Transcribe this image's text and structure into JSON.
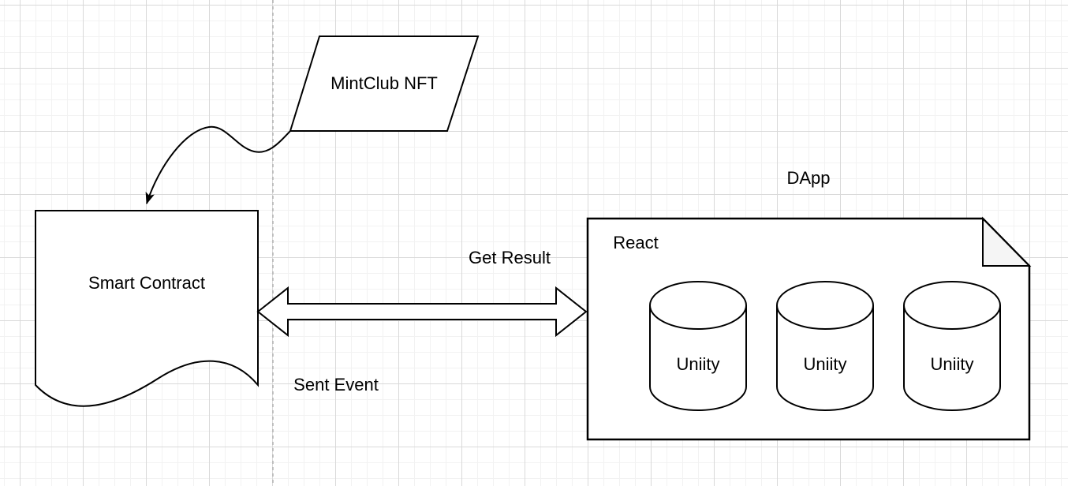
{
  "diagram": {
    "shapes": {
      "mintclub_nft": {
        "label": "MintClub NFT"
      },
      "smart_contract": {
        "label": "Smart Contract"
      },
      "dapp_group": {
        "label": "DApp"
      },
      "react_container": {
        "label": "React"
      },
      "unity_instances": [
        {
          "label": "Uniity"
        },
        {
          "label": "Uniity"
        },
        {
          "label": "Uniity"
        }
      ]
    },
    "connectors": {
      "contract_dapp": {
        "label_top": "Get Result",
        "label_bottom": "Sent Event"
      }
    },
    "colors": {
      "shape_stroke": "#000000",
      "shape_fill": "#ffffff",
      "fold_fill": "#f5f5f5",
      "text": "#000000",
      "grid_minor": "#f2f2f2",
      "grid_major": "#d9d9d9",
      "dashed_guide": "#b0b0b0"
    }
  }
}
